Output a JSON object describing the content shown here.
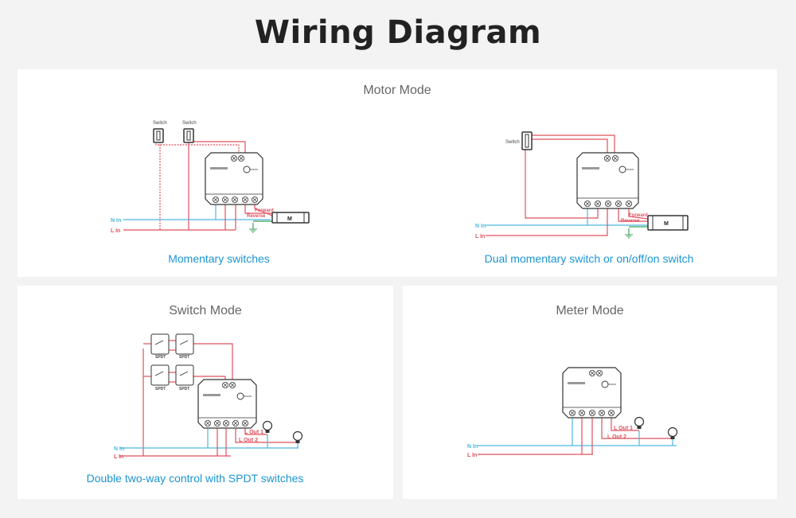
{
  "title": "Wiring Diagram",
  "motor_mode": {
    "title": "Motor Mode",
    "left": {
      "caption": "Momentary switches",
      "switch_label": "Switch",
      "n_in": "N In",
      "l_in": "L In",
      "forward": "Forward",
      "reverse": "Reverse",
      "motor": "M"
    },
    "right": {
      "caption": "Dual momentary switch or on/off/on switch",
      "switch_label": "Switch",
      "n_in": "N In",
      "l_in": "L In",
      "forward": "Forward",
      "reverse": "Reverse",
      "motor": "M"
    }
  },
  "switch_mode": {
    "title": "Switch Mode",
    "caption": "Double two-way control with SPDT switches",
    "spdt": "SPDT",
    "n_in": "N In",
    "l_in": "L In",
    "l_out1": "L Out 1",
    "l_out2": "L Out 2"
  },
  "meter_mode": {
    "title": "Meter Mode",
    "n_in": "N In",
    "l_in": "L In",
    "l_out1": "L Out 1",
    "l_out2": "L Out 2"
  },
  "colors": {
    "live": "#e0505e",
    "neutral": "#4db8e0",
    "ground": "#3aa05a",
    "caption": "#1b95d2"
  }
}
